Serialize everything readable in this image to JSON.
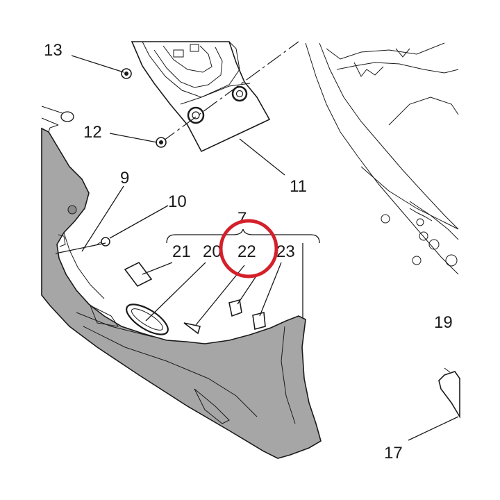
{
  "diagram": {
    "callouts": {
      "c7": "7",
      "c9": "9",
      "c10": "10",
      "c11": "11",
      "c12": "12",
      "c13": "13",
      "c17": "17",
      "c19": "19",
      "c20": "20",
      "c21": "21",
      "c22": "22",
      "c23": "23"
    },
    "colors": {
      "panel_fill": "#a6a6a6",
      "line": "#1a1a1a",
      "highlight": "#d4202a"
    },
    "highlighted_callout": "22"
  }
}
